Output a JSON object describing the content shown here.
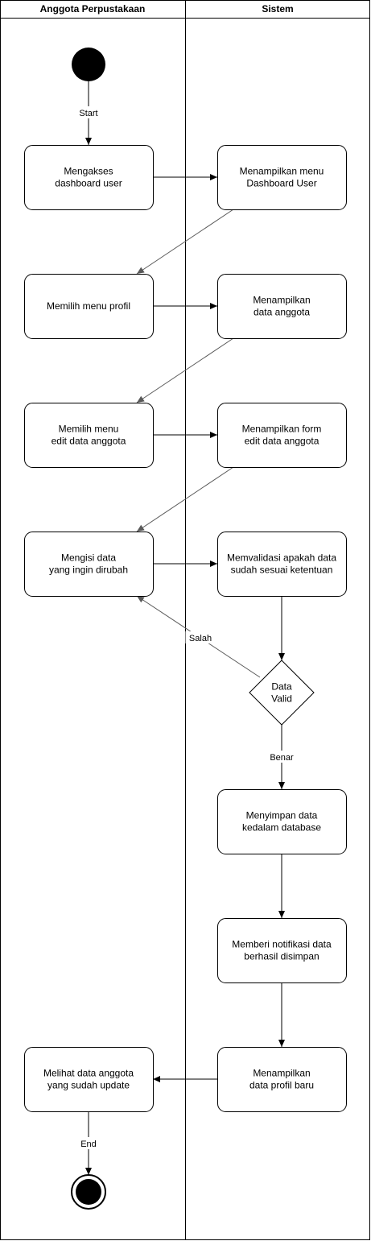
{
  "lanes": [
    {
      "id": "anggota",
      "title": "Anggota Perpustakaan"
    },
    {
      "id": "sistem",
      "title": "Sistem"
    }
  ],
  "nodes": [
    {
      "id": "start",
      "type": "start",
      "lane": "anggota"
    },
    {
      "id": "a1",
      "type": "action",
      "lane": "anggota",
      "lines": [
        "Mengakses",
        "dashboard user"
      ]
    },
    {
      "id": "s1",
      "type": "action",
      "lane": "sistem",
      "lines": [
        "Menampilkan menu",
        "Dashboard User"
      ]
    },
    {
      "id": "a2",
      "type": "action",
      "lane": "anggota",
      "lines": [
        "Memilih menu profil"
      ]
    },
    {
      "id": "s2",
      "type": "action",
      "lane": "sistem",
      "lines": [
        "Menampilkan",
        "data anggota"
      ]
    },
    {
      "id": "a3",
      "type": "action",
      "lane": "anggota",
      "lines": [
        "Memilih menu",
        "edit data anggota"
      ]
    },
    {
      "id": "s3",
      "type": "action",
      "lane": "sistem",
      "lines": [
        "Menampilkan form",
        "edit data anggota"
      ]
    },
    {
      "id": "a4",
      "type": "action",
      "lane": "anggota",
      "lines": [
        "Mengisi data",
        "yang ingin dirubah"
      ]
    },
    {
      "id": "s4",
      "type": "action",
      "lane": "sistem",
      "lines": [
        "Memvalidasi apakah data",
        "sudah sesuai ketentuan"
      ]
    },
    {
      "id": "d1",
      "type": "decision",
      "lane": "sistem",
      "lines": [
        "Data",
        "Valid"
      ]
    },
    {
      "id": "s5",
      "type": "action",
      "lane": "sistem",
      "lines": [
        "Menyimpan data",
        "kedalam database"
      ]
    },
    {
      "id": "s6",
      "type": "action",
      "lane": "sistem",
      "lines": [
        "Memberi notifikasi data",
        "berhasil disimpan"
      ]
    },
    {
      "id": "s7",
      "type": "action",
      "lane": "sistem",
      "lines": [
        "Menampilkan",
        "data profil baru"
      ]
    },
    {
      "id": "a5",
      "type": "action",
      "lane": "anggota",
      "lines": [
        "Melihat data anggota",
        "yang sudah update"
      ]
    },
    {
      "id": "end",
      "type": "end",
      "lane": "anggota"
    }
  ],
  "edges": [
    {
      "from": "start",
      "to": "a1",
      "label": "Start"
    },
    {
      "from": "a1",
      "to": "s1",
      "label": ""
    },
    {
      "from": "s1",
      "to": "a2",
      "label": ""
    },
    {
      "from": "a2",
      "to": "s2",
      "label": ""
    },
    {
      "from": "s2",
      "to": "a3",
      "label": ""
    },
    {
      "from": "a3",
      "to": "s3",
      "label": ""
    },
    {
      "from": "s3",
      "to": "a4",
      "label": ""
    },
    {
      "from": "a4",
      "to": "s4",
      "label": ""
    },
    {
      "from": "s4",
      "to": "d1",
      "label": ""
    },
    {
      "from": "d1",
      "to": "a4",
      "label": "Salah"
    },
    {
      "from": "d1",
      "to": "s5",
      "label": "Benar"
    },
    {
      "from": "s5",
      "to": "s6",
      "label": ""
    },
    {
      "from": "s6",
      "to": "s7",
      "label": ""
    },
    {
      "from": "s7",
      "to": "a5",
      "label": ""
    },
    {
      "from": "a5",
      "to": "end",
      "label": "End"
    }
  ]
}
